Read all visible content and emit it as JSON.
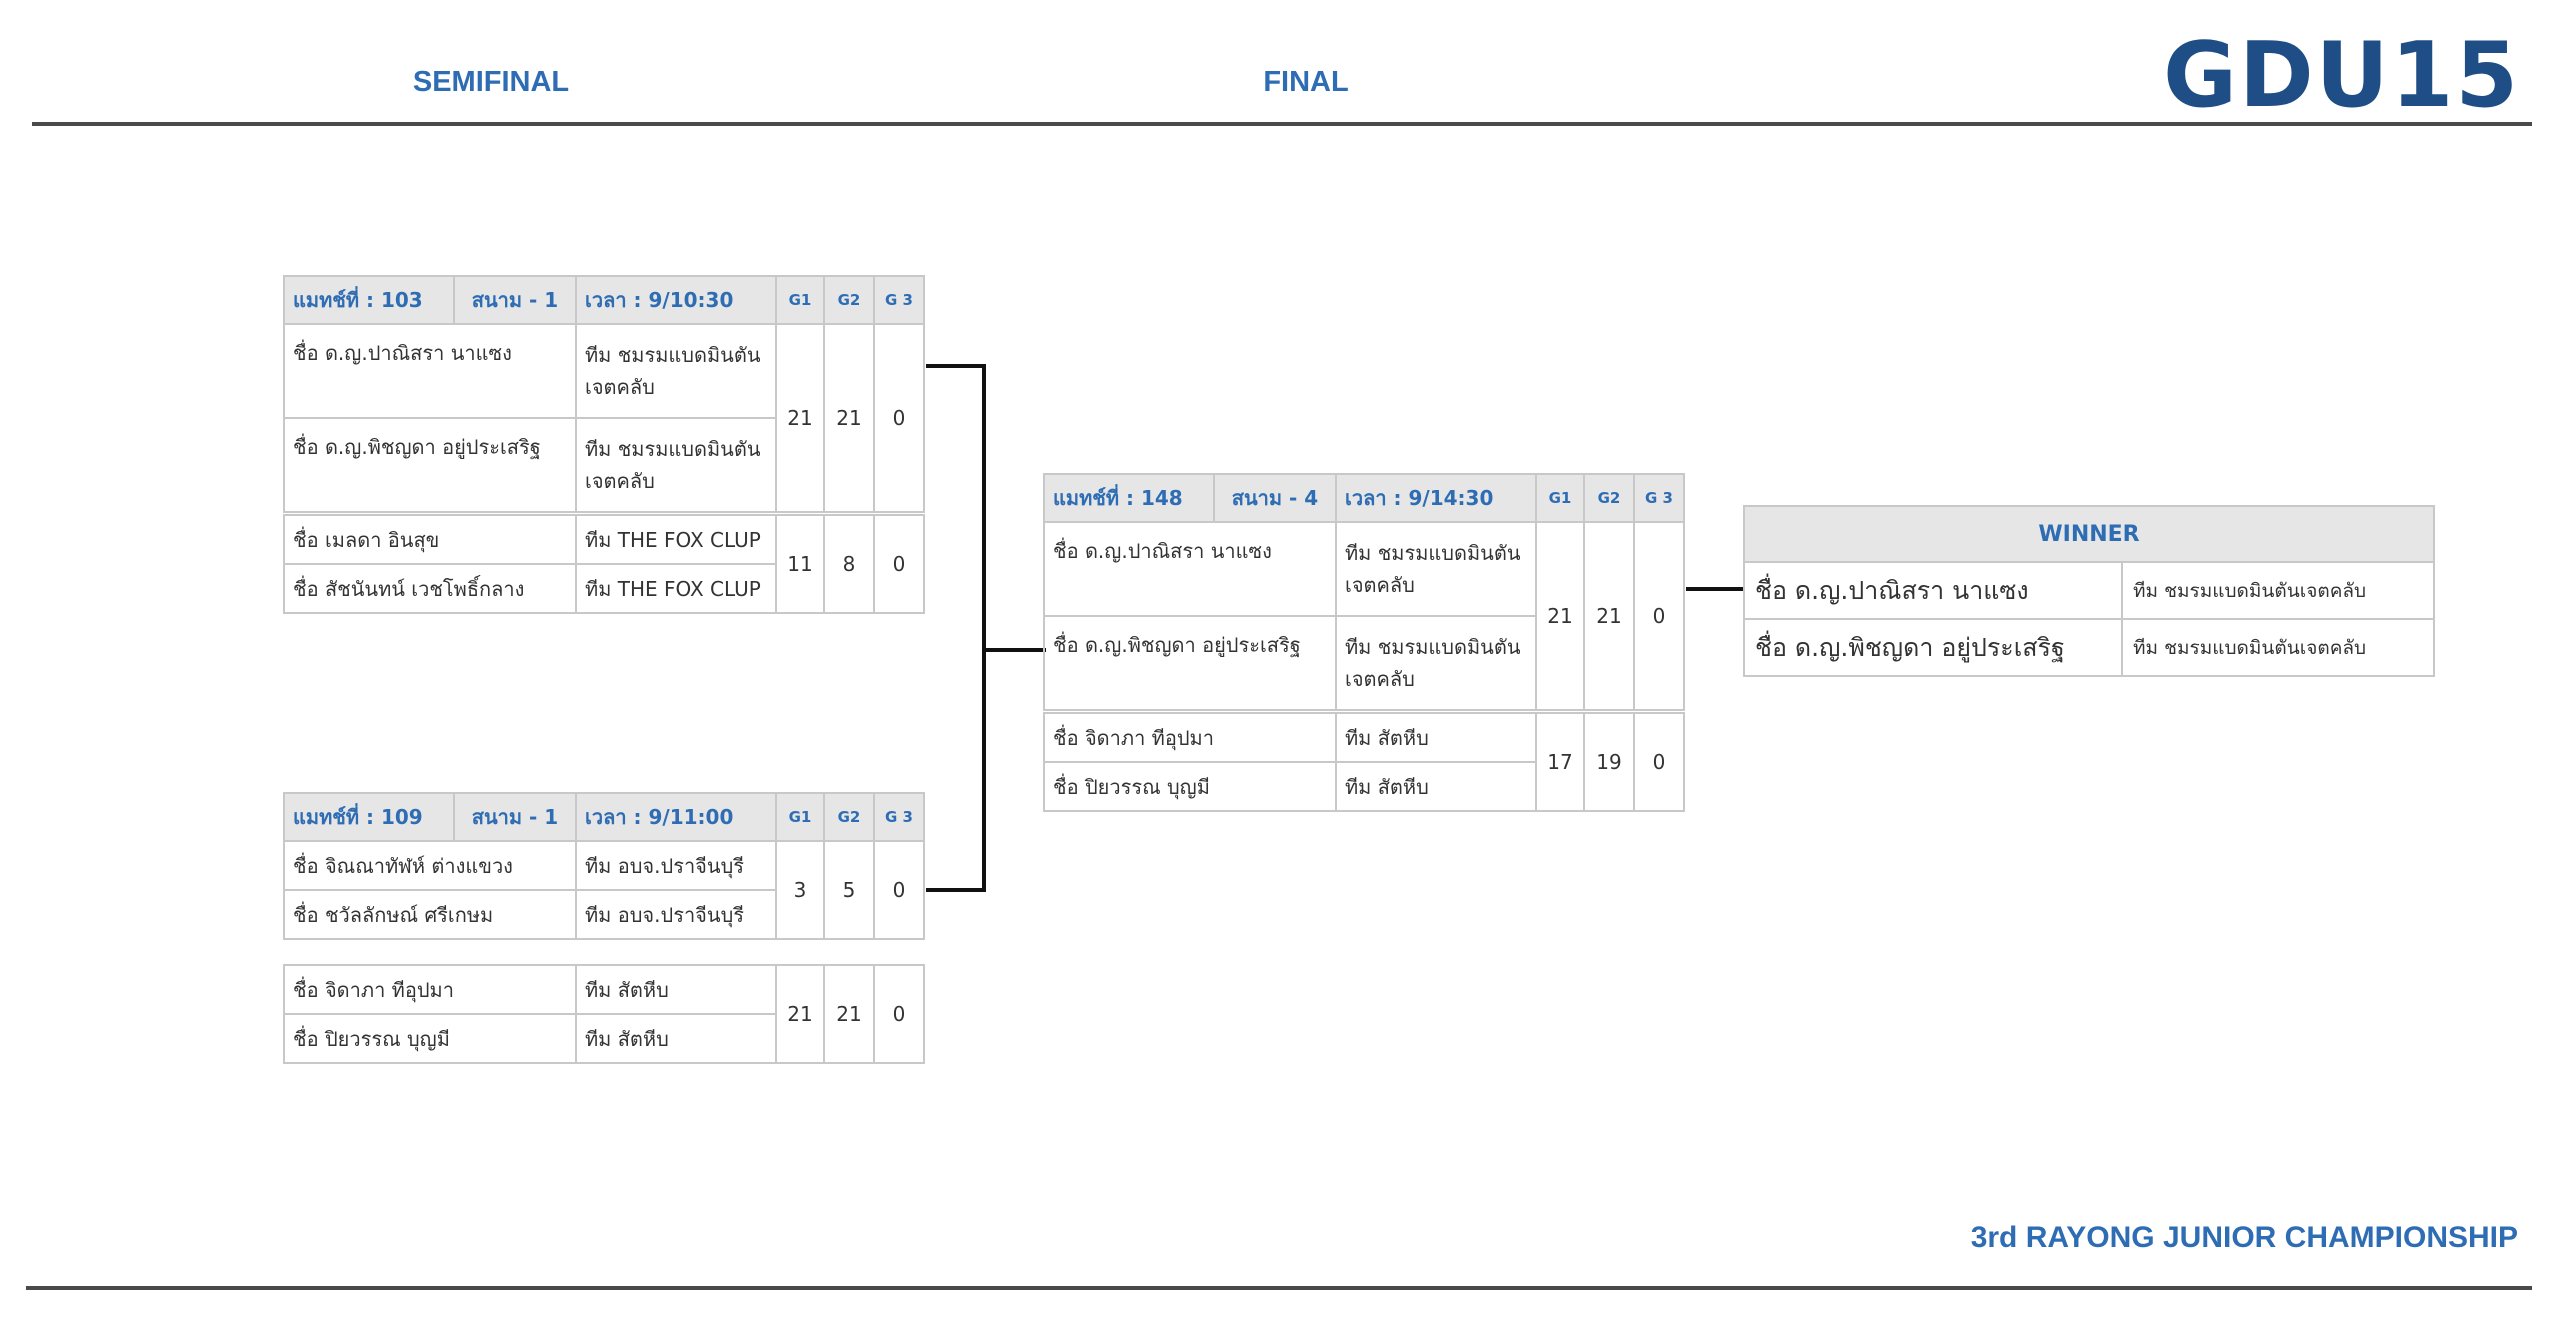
{
  "header": {
    "semifinal_label": "SEMIFINAL",
    "final_label": "FINAL",
    "brand": "GDU15"
  },
  "footer": {
    "title": "3rd RAYONG JUNIOR CHAMPIONSHIP"
  },
  "game_headers": [
    "G1",
    "G2",
    "G 3"
  ],
  "semifinals": [
    {
      "match_no": "แมทช์ที่ : 103",
      "court": "สนาม - 1",
      "time": "เวลา : 9/10:30",
      "pairs": [
        {
          "players": [
            {
              "name": "ชื่อ ด.ญ.ปาณิสรา นาแซง",
              "team": "ทีม ชมรมแบดมินตันเจตคลับ"
            },
            {
              "name": "ชื่อ ด.ญ.พิชญดา อยู่ประเสริฐ",
              "team": "ทีม ชมรมแบดมินตันเจตคลับ"
            }
          ],
          "scores": [
            "21",
            "21",
            "0"
          ]
        },
        {
          "players": [
            {
              "name": "ชื่อ เมลดา อินสุข",
              "team": "ทีม THE FOX CLUP"
            },
            {
              "name": "ชื่อ สัชนันทน์ เวชโพธิ์กลาง",
              "team": "ทีม THE FOX CLUP"
            }
          ],
          "scores": [
            "11",
            "8",
            "0"
          ]
        }
      ]
    },
    {
      "match_no": "แมทช์ที่ : 109",
      "court": "สนาม - 1",
      "time": "เวลา : 9/11:00",
      "pairs": [
        {
          "players": [
            {
              "name": "ชื่อ จิณณาทัฬห์ ต่างแขวง",
              "team": "ทีม อบจ.ปราจีนบุรี"
            },
            {
              "name": "ชื่อ ชวัลลักษณ์ ศรีเกษม",
              "team": "ทีม อบจ.ปราจีนบุรี"
            }
          ],
          "scores": [
            "3",
            "5",
            "0"
          ]
        },
        {
          "players": [
            {
              "name": "ชื่อ จิดาภา ทีอุปมา",
              "team": "ทีม สัตหีบ"
            },
            {
              "name": "ชื่อ ปิยวรรณ บุญมี",
              "team": "ทีม สัตหีบ"
            }
          ],
          "scores": [
            "21",
            "21",
            "0"
          ]
        }
      ]
    }
  ],
  "final": {
    "match_no": "แมทช์ที่ : 148",
    "court": "สนาม - 4",
    "time": "เวลา : 9/14:30",
    "pairs": [
      {
        "players": [
          {
            "name": "ชื่อ ด.ญ.ปาณิสรา นาแซง",
            "team": "ทีม ชมรมแบดมินตันเจตคลับ"
          },
          {
            "name": "ชื่อ ด.ญ.พิชญดา อยู่ประเสริฐ",
            "team": "ทีม ชมรมแบดมินตันเจตคลับ"
          }
        ],
        "scores": [
          "21",
          "21",
          "0"
        ]
      },
      {
        "players": [
          {
            "name": "ชื่อ จิดาภา ทีอุปมา",
            "team": "ทีม สัตหีบ"
          },
          {
            "name": "ชื่อ ปิยวรรณ บุญมี",
            "team": "ทีม สัตหีบ"
          }
        ],
        "scores": [
          "17",
          "19",
          "0"
        ]
      }
    ]
  },
  "winner": {
    "label": "WINNER",
    "players": [
      {
        "name": "ชื่อ ด.ญ.ปาณิสรา นาแซง",
        "team": "ทีม ชมรมแบดมินตันเจตคลับ"
      },
      {
        "name": "ชื่อ ด.ญ.พิชญดา อยู่ประเสริฐ",
        "team": "ทีม ชมรมแบดมินตันเจตคลับ"
      }
    ]
  }
}
